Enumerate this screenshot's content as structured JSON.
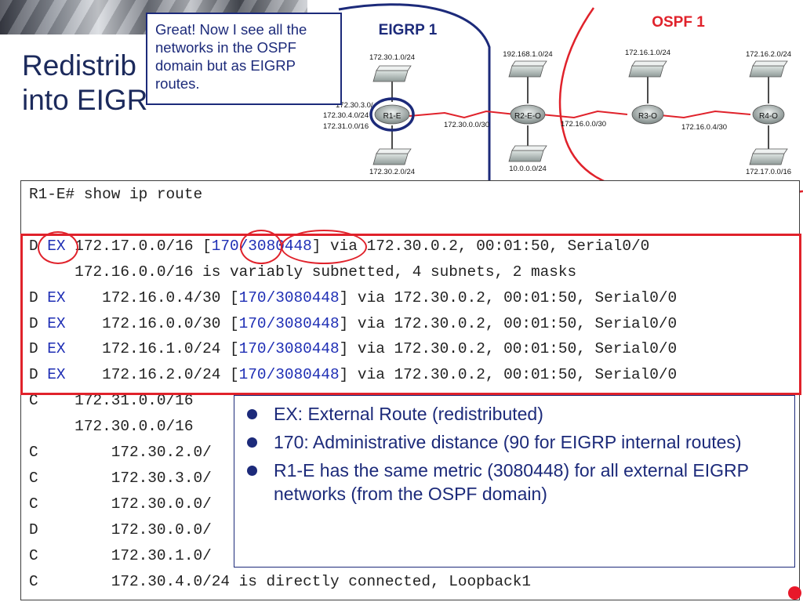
{
  "slide": {
    "title_line1": "Redistrib",
    "title_line2": "into EIGR"
  },
  "callout": {
    "text": "Great! Now I see all the networks in the OSPF domain but as EIGRP routes."
  },
  "topology": {
    "eigrp_label": "EIGRP 1",
    "ospf_label": "OSPF 1",
    "routers": [
      "R1-E",
      "R2-E-O",
      "R3-O",
      "R4-O"
    ],
    "networks": {
      "n_172_30_1": "172.30.1.0/24",
      "n_192_168_1": "192.168.1.0/24",
      "n_172_16_1": "172.16.1.0/24",
      "n_172_16_2": "172.16.2.0/24",
      "r1_loop1": "172.30.3.0/",
      "r1_loop2": "172.30.4.0/24",
      "r1_loop3": "172.31.0.0/16",
      "link_r1_r2": "172.30.0.0/30",
      "link_r2_r3": "172.16.0.0/30",
      "link_r3_r4": "172.16.0.4/30",
      "n_172_30_2": "172.30.2.0/24",
      "n_10_0_0": "10.0.0.0/24",
      "n_172_17_0": "172.17.0.0/16"
    }
  },
  "terminal": {
    "lines": [
      [
        {
          "t": "R1-E# show ip route",
          "c": "plain"
        }
      ],
      [],
      [
        {
          "t": "D ",
          "c": "plain"
        },
        {
          "t": "EX",
          "c": "blue"
        },
        {
          "t": " 172.17.0.0/16 [",
          "c": "plain"
        },
        {
          "t": "170/3080448",
          "c": "blue"
        },
        {
          "t": "] via 172.30.0.2, 00:01:50, Serial0/0",
          "c": "plain"
        }
      ],
      [
        {
          "t": "     172.16.0.0/16 is variably subnetted, 4 subnets, 2 masks",
          "c": "plain"
        }
      ],
      [
        {
          "t": "D ",
          "c": "plain"
        },
        {
          "t": "EX",
          "c": "blue"
        },
        {
          "t": "    172.16.0.4/30 [",
          "c": "plain"
        },
        {
          "t": "170/3080448",
          "c": "blue"
        },
        {
          "t": "] via 172.30.0.2, 00:01:50, Serial0/0",
          "c": "plain"
        }
      ],
      [
        {
          "t": "D ",
          "c": "plain"
        },
        {
          "t": "EX",
          "c": "blue"
        },
        {
          "t": "    172.16.0.0/30 [",
          "c": "plain"
        },
        {
          "t": "170/3080448",
          "c": "blue"
        },
        {
          "t": "] via 172.30.0.2, 00:01:50, Serial0/0",
          "c": "plain"
        }
      ],
      [
        {
          "t": "D ",
          "c": "plain"
        },
        {
          "t": "EX",
          "c": "blue"
        },
        {
          "t": "    172.16.1.0/24 [",
          "c": "plain"
        },
        {
          "t": "170/3080448",
          "c": "blue"
        },
        {
          "t": "] via 172.30.0.2, 00:01:50, Serial0/0",
          "c": "plain"
        }
      ],
      [
        {
          "t": "D ",
          "c": "plain"
        },
        {
          "t": "EX",
          "c": "blue"
        },
        {
          "t": "    172.16.2.0/24 [",
          "c": "plain"
        },
        {
          "t": "170/3080448",
          "c": "blue"
        },
        {
          "t": "] via 172.30.0.2, 00:01:50, Serial0/0",
          "c": "plain"
        }
      ],
      [
        {
          "t": "C    172.31.0.0/16",
          "c": "plain"
        }
      ],
      [
        {
          "t": "     172.30.0.0/16",
          "c": "plain"
        }
      ],
      [
        {
          "t": "C        172.30.2.0/",
          "c": "plain"
        }
      ],
      [
        {
          "t": "C        172.30.3.0/",
          "c": "plain"
        }
      ],
      [
        {
          "t": "C        172.30.0.0/",
          "c": "plain"
        }
      ],
      [
        {
          "t": "D        172.30.0.0/",
          "c": "plain"
        }
      ],
      [
        {
          "t": "C        172.30.1.0/",
          "c": "plain"
        }
      ],
      [
        {
          "t": "C        172.30.4.0/24 is directly connected, Loopback1",
          "c": "plain"
        }
      ]
    ]
  },
  "notes": {
    "bullets": [
      "EX: External Route (redistributed)",
      "170: Administrative distance (90 for EIGRP internal routes)",
      "R1-E has the same metric (3080448) for all external EIGRP networks (from the OSPF domain)"
    ]
  },
  "colors": {
    "navy": "#1c2a7a",
    "red": "#e0222b",
    "blue_text": "#1f2fb5"
  }
}
